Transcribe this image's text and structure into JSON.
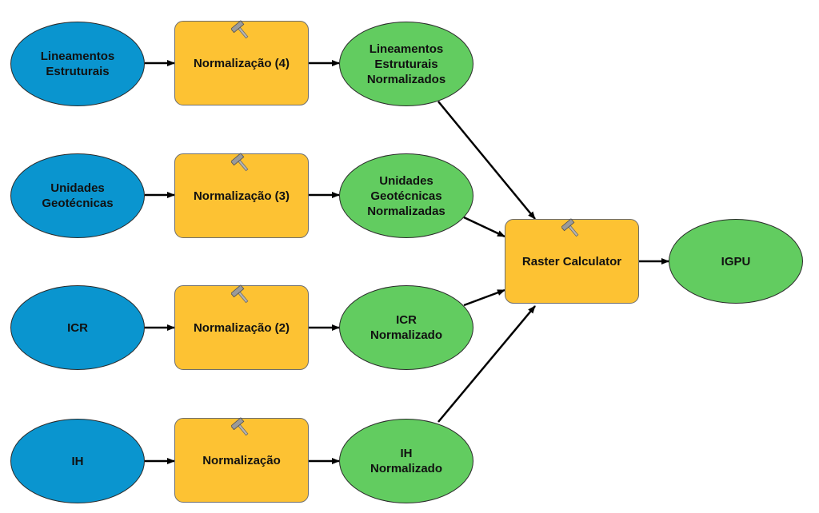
{
  "inputs": [
    {
      "lines": [
        "Lineamentos",
        "Estruturais"
      ]
    },
    {
      "lines": [
        "Unidades",
        "Geotécnicas"
      ]
    },
    {
      "lines": [
        "ICR"
      ]
    },
    {
      "lines": [
        "IH"
      ]
    }
  ],
  "tools": [
    {
      "label": "Normalização (4)",
      "icon": "hammer-icon"
    },
    {
      "label": "Normalização (3)",
      "icon": "hammer-icon"
    },
    {
      "label": "Normalização (2)",
      "icon": "hammer-icon"
    },
    {
      "label": "Normalização",
      "icon": "hammer-icon"
    }
  ],
  "outputs": [
    {
      "lines": [
        "Lineamentos",
        "Estruturais",
        "Normalizados"
      ]
    },
    {
      "lines": [
        "Unidades",
        "Geotécnicas",
        "Normalizadas"
      ]
    },
    {
      "lines": [
        "ICR",
        "Normalizado"
      ]
    },
    {
      "lines": [
        "IH",
        "Normalizado"
      ]
    }
  ],
  "calculator": {
    "label": "Raster Calculator",
    "icon": "hammer-icon"
  },
  "final": {
    "label": "IGPU"
  },
  "colors": {
    "input_fill": "#0a95cf",
    "tool_fill": "#fdc233",
    "output_fill": "#62cc60",
    "connector": "#000000"
  }
}
